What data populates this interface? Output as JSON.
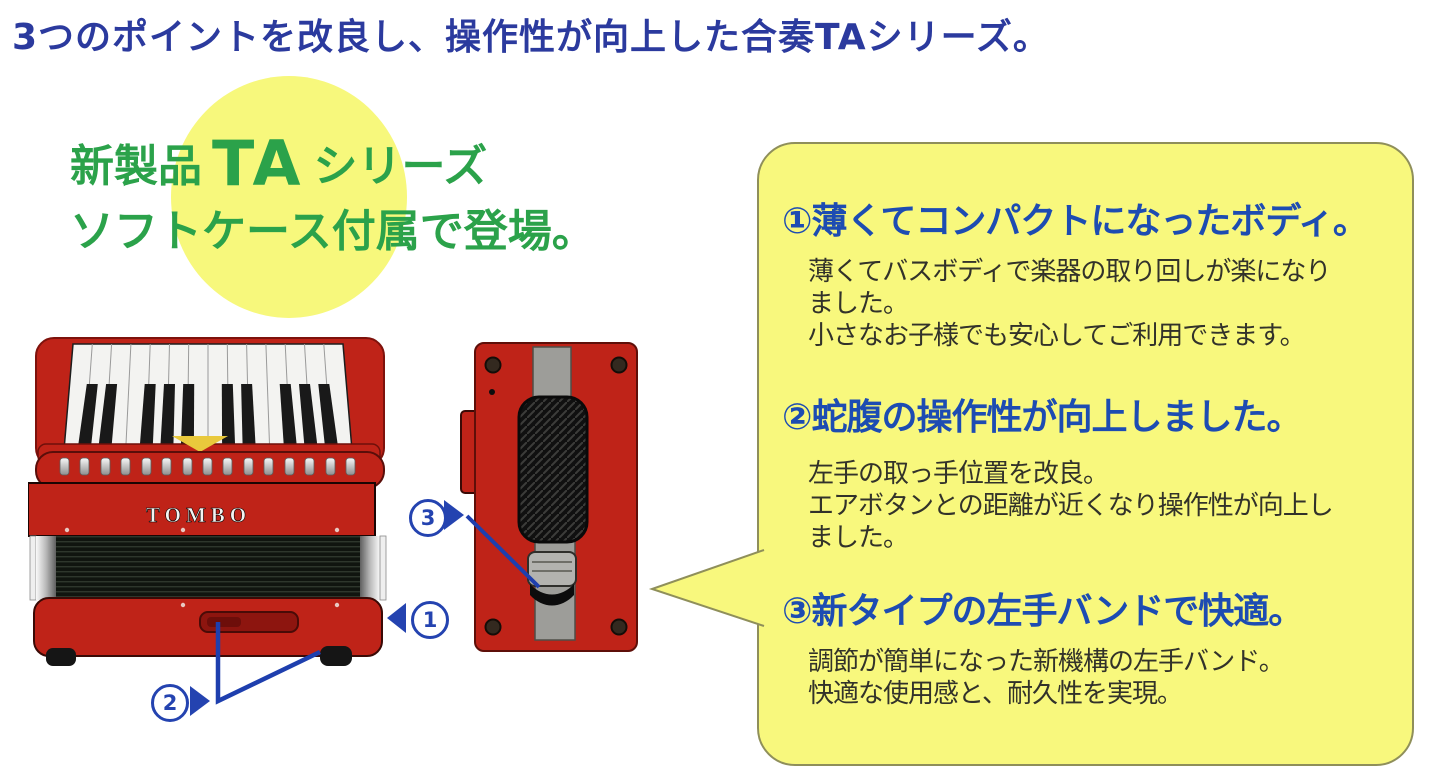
{
  "header": {
    "title": "3つのポイントを改良し、操作性が向上した合奏TAシリーズ。"
  },
  "promo": {
    "prefix": "新製品",
    "model": "TA",
    "suffix": "シリーズ",
    "line2": "ソフトケース付属で登場。"
  },
  "instrument": {
    "brand": "TOMBO"
  },
  "markers": {
    "one": "1",
    "two": "2",
    "three": "3"
  },
  "bubble": {
    "points": [
      {
        "heading": "①薄くてコンパクトになったボディ。",
        "body": "薄くてバスボディで楽器の取り回しが楽になり\nました。\n小さなお子様でも安心してご利用できます。"
      },
      {
        "heading": "②蛇腹の操作性が向上しました。",
        "body": "左手の取っ手位置を改良。\nエアボタンとの距離が近くなり操作性が向上し\nました。"
      },
      {
        "heading": "③新タイプの左手バンドで快適。",
        "body": "調節が簡単になった新機構の左手バンド。\n快適な使用感と、耐久性を実現。"
      }
    ]
  },
  "colors": {
    "headline_blue": "#2b3a9e",
    "promo_green": "#2ba24a",
    "promo_yellow": "#f7f87c",
    "bubble_yellow": "#f8f87d",
    "bubble_border": "#8f8f5a",
    "point_heading_blue": "#1d4cb2",
    "body_text": "#32322a",
    "accordion_red": "#bf2318",
    "marker_blue": "#2443b0"
  }
}
